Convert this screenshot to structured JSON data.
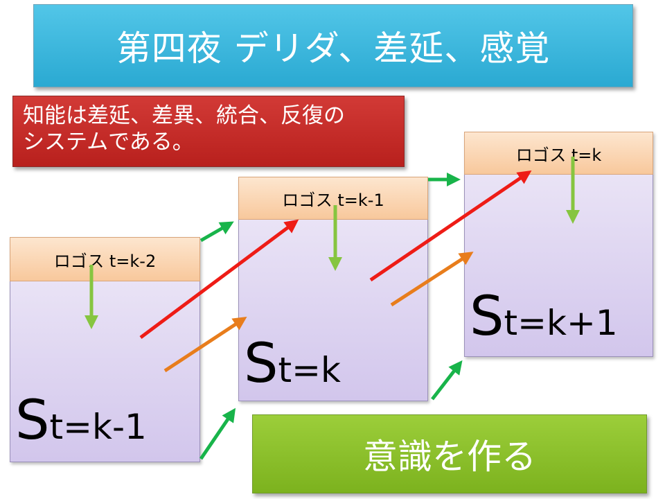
{
  "title": "第四夜 デリダ、差延、感覚",
  "note": {
    "line1": "知能は差延、差異、統合、反復の",
    "line2": "システムである。"
  },
  "states": [
    {
      "logos_label": "ロゴス  t=k-2",
      "s_letter": "S",
      "s_sub": "t=k-1"
    },
    {
      "logos_label": "ロゴス  t=k-1",
      "s_letter": "S",
      "s_sub": "t=k"
    },
    {
      "logos_label": "ロゴス  t=k",
      "s_letter": "S",
      "s_sub": "t=k+1"
    }
  ],
  "conscious_label": "意識を作る",
  "colors": {
    "title_bg": "#3bb8df",
    "note_bg": "#c62b28",
    "state_bg": "#ddd4f0",
    "logos_bg": "#fbd6b2",
    "conscious_bg": "#8cc12c",
    "arrow_red": "#ee1c16",
    "arrow_orange": "#e87d1c",
    "arrow_green_bright": "#18b44a",
    "arrow_green_light": "#86c540"
  }
}
